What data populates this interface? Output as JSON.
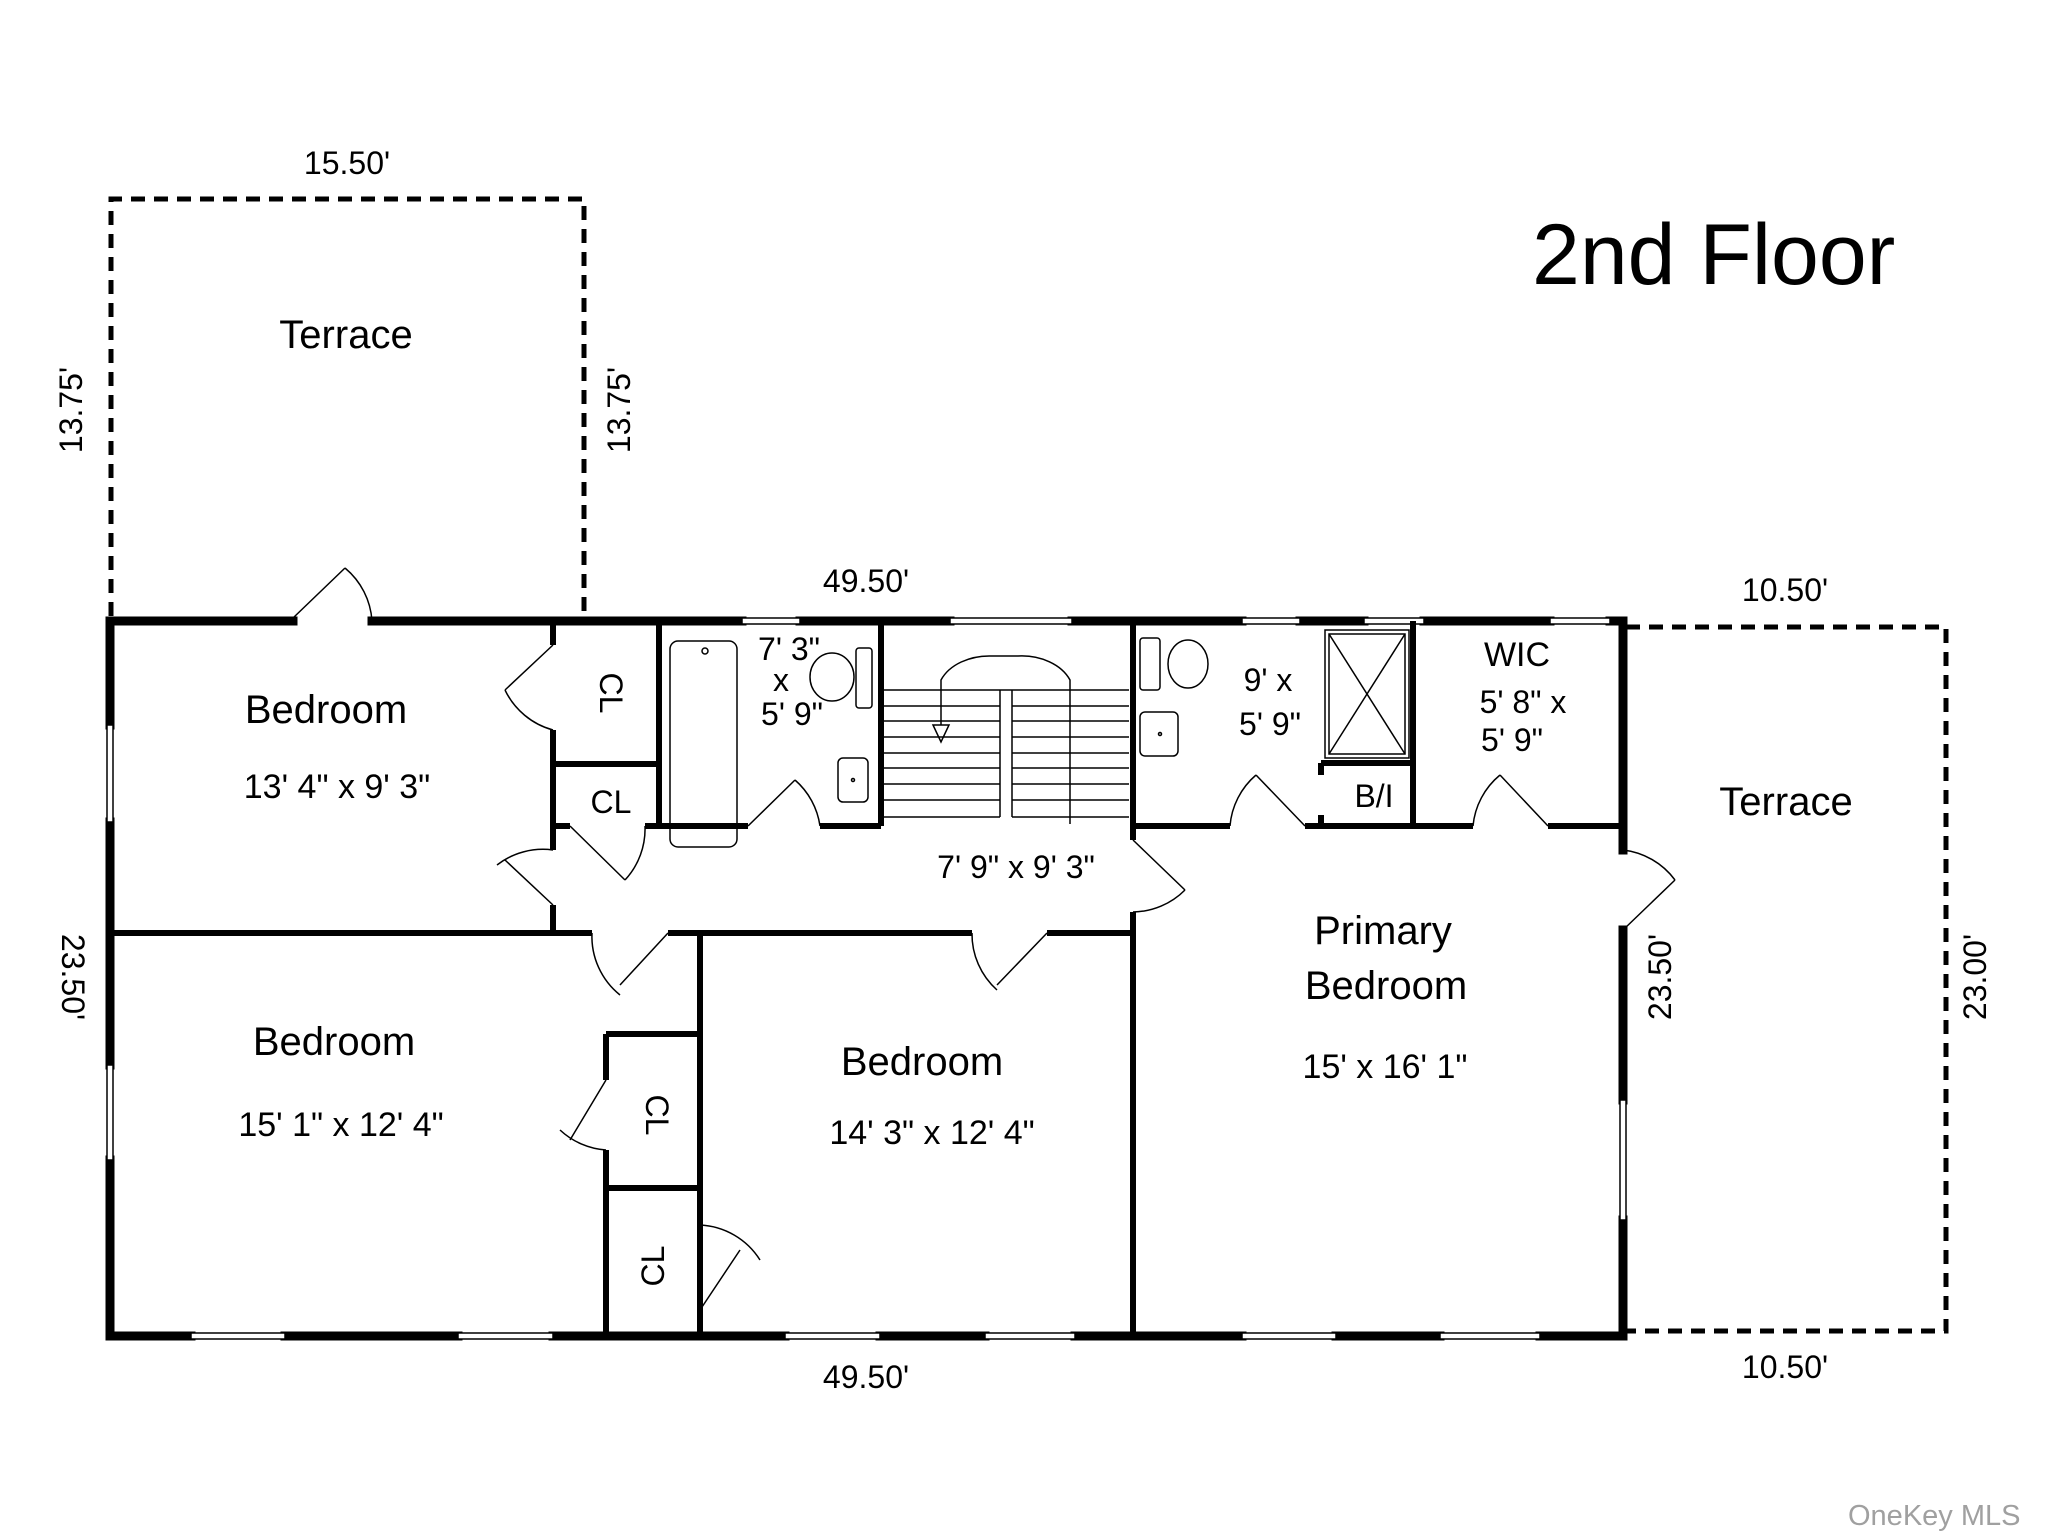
{
  "title": "2nd Floor",
  "watermark": "OneKey MLS",
  "colors": {
    "wall": "#000000",
    "background": "#ffffff",
    "watermark": "#a0a0a0"
  },
  "dimensions": {
    "upper_terrace_width": "15.50'",
    "upper_terrace_left_height": "13.75'",
    "upper_terrace_right_height": "13.75'",
    "building_top_width": "49.50'",
    "building_bottom_width": "49.50'",
    "building_left_height": "23.50'",
    "building_right_height": "23.50'",
    "right_terrace_top_width": "10.50'",
    "right_terrace_bottom_width": "10.50'",
    "right_terrace_height": "23.00'"
  },
  "rooms": {
    "upper_terrace": {
      "name": "Terrace"
    },
    "right_terrace": {
      "name": "Terrace"
    },
    "bedroom_1": {
      "name": "Bedroom",
      "size": "13' 4\" x 9' 3\""
    },
    "bedroom_2": {
      "name": "Bedroom",
      "size": "15' 1\" x 12' 4\""
    },
    "bedroom_3": {
      "name": "Bedroom",
      "size": "14' 3\" x 12' 4\""
    },
    "primary_bedroom": {
      "name_line1": "Primary",
      "name_line2": "Bedroom",
      "size": "15' x 16' 1\""
    },
    "hall_bath": {
      "size_line1": "7' 3\"",
      "size_line2": "x",
      "size_line3": "5' 9\""
    },
    "primary_bath": {
      "size_line1": "9' x",
      "size_line2": "5' 9\""
    },
    "wic": {
      "name": "WIC",
      "size_line1": "5' 8\" x",
      "size_line2": "5' 9\""
    },
    "hallway": {
      "size": "7' 9\" x 9' 3\""
    },
    "closets": [
      {
        "label": "CL"
      },
      {
        "label": "CL"
      },
      {
        "label": "CL"
      },
      {
        "label": "CL"
      }
    ],
    "built_in": {
      "label": "B/I"
    }
  }
}
